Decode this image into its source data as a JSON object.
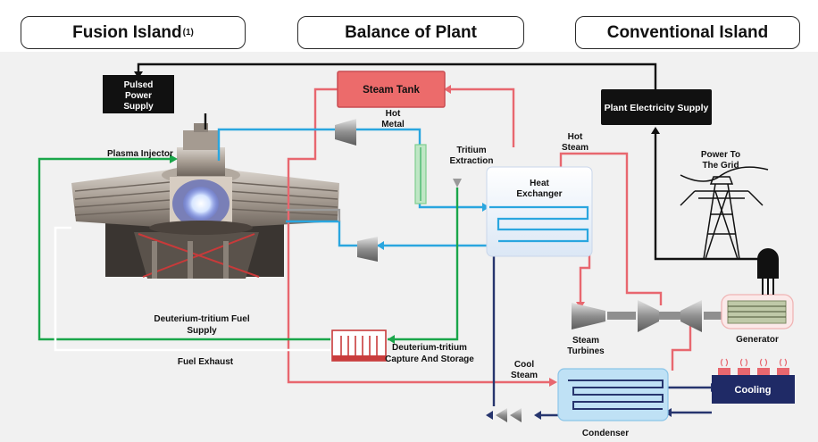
{
  "headers": {
    "fusion": "Fusion Island",
    "fusion_note": "(1)",
    "balance": "Balance of Plant",
    "conventional": "Conventional Island"
  },
  "labels": {
    "pulsed_1": "Pulsed",
    "pulsed_2": "Power",
    "pulsed_3": "Supply",
    "steam_tank": "Steam Tank",
    "plant_supply": "Plant Electricity Supply",
    "plasma_injector": "Plasma Injector",
    "hot_metal_1": "Hot",
    "hot_metal_2": "Metal",
    "tritium_1": "Tritium",
    "tritium_2": "Extraction",
    "hot_steam_1": "Hot",
    "hot_steam_2": "Steam",
    "heat_exchanger_1": "Heat",
    "heat_exchanger_2": "Exchanger",
    "power_grid_1": "Power To",
    "power_grid_2": "The Grid",
    "dt_supply_1": "Deuterium-tritium Fuel",
    "dt_supply_2": "Supply",
    "fuel_exhaust": "Fuel Exhaust",
    "dt_capture_1": "Deuterium-tritium",
    "dt_capture_2": "Capture And Storage",
    "steam_turbines_1": "Steam",
    "steam_turbines_2": "Turbines",
    "generator": "Generator",
    "cool_steam_1": "Cool",
    "cool_steam_2": "Steam",
    "cooling": "Cooling",
    "condenser": "Condenser"
  },
  "colors": {
    "hot_loop": "#e8676f",
    "metal_loop": "#2aa6df",
    "fuel_loop": "#1aa64a",
    "cool_loop": "#27356e",
    "electric": "#111111",
    "steam_tank_fill": "#ec6b6b",
    "cooling_fill": "#1f2a66"
  }
}
